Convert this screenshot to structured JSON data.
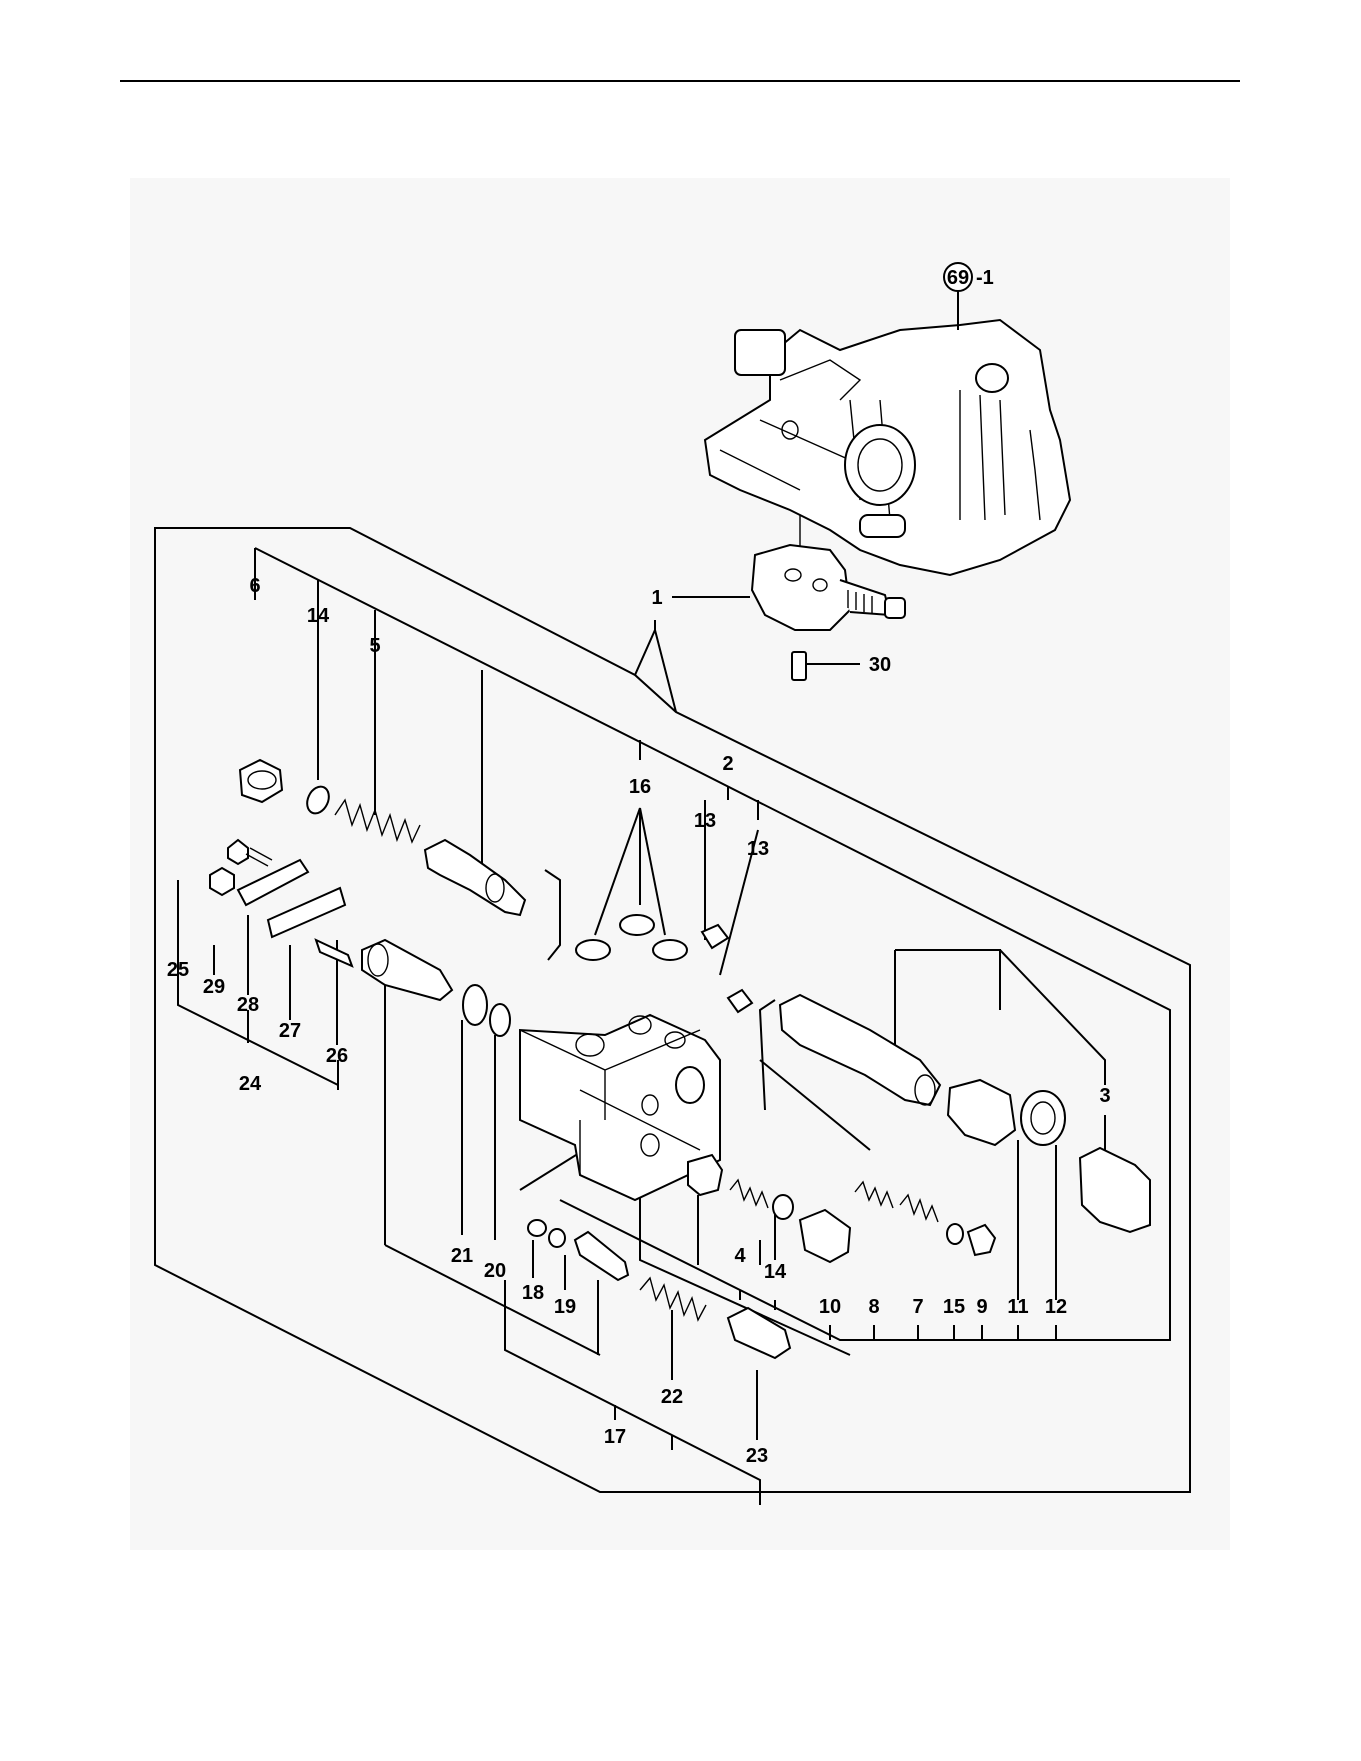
{
  "diagram": {
    "ref_circle": "69",
    "ref_suffix": "-1",
    "callouts": [
      "6",
      "14",
      "5",
      "16",
      "2",
      "13",
      "13",
      "1",
      "30",
      "3",
      "25",
      "29",
      "28",
      "27",
      "26",
      "24",
      "21",
      "20",
      "18",
      "19",
      "4",
      "14",
      "10",
      "8",
      "7",
      "15",
      "9",
      "11",
      "12",
      "22",
      "17",
      "23"
    ]
  }
}
